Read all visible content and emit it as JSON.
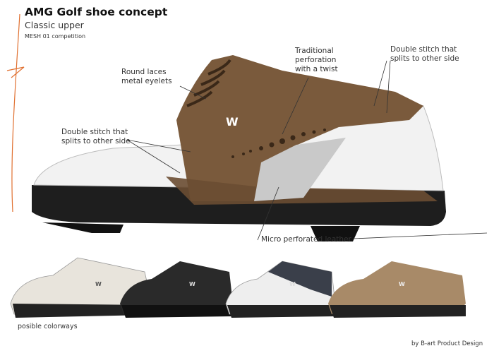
{
  "header": {
    "title": "AMG Golf shoe concept",
    "subtitle": "Classic upper",
    "project": "MESH 01 competition"
  },
  "annotations": {
    "laces": [
      "Round laces",
      "metal eyelets"
    ],
    "perforation": [
      "Traditional",
      "perforation",
      "with a twist"
    ],
    "stitch_right": [
      "Double stitch that",
      "splits to other side"
    ],
    "stitch_left": [
      "Double stitch that",
      "splits to other side"
    ],
    "mesh": "Micro perforated leather"
  },
  "colorways_label": "posible colorways",
  "logo_mark": "W",
  "credit": "by B-art Product Design",
  "colors": {
    "brown": "#7a5a3c",
    "white_upper": "#f2f2f2",
    "sole": "#1e1e1e",
    "accent_line": "#e07030",
    "colorways": [
      "#e8e4dc",
      "#2a2a2a",
      "#3a3f4a",
      "#a88a68"
    ]
  }
}
